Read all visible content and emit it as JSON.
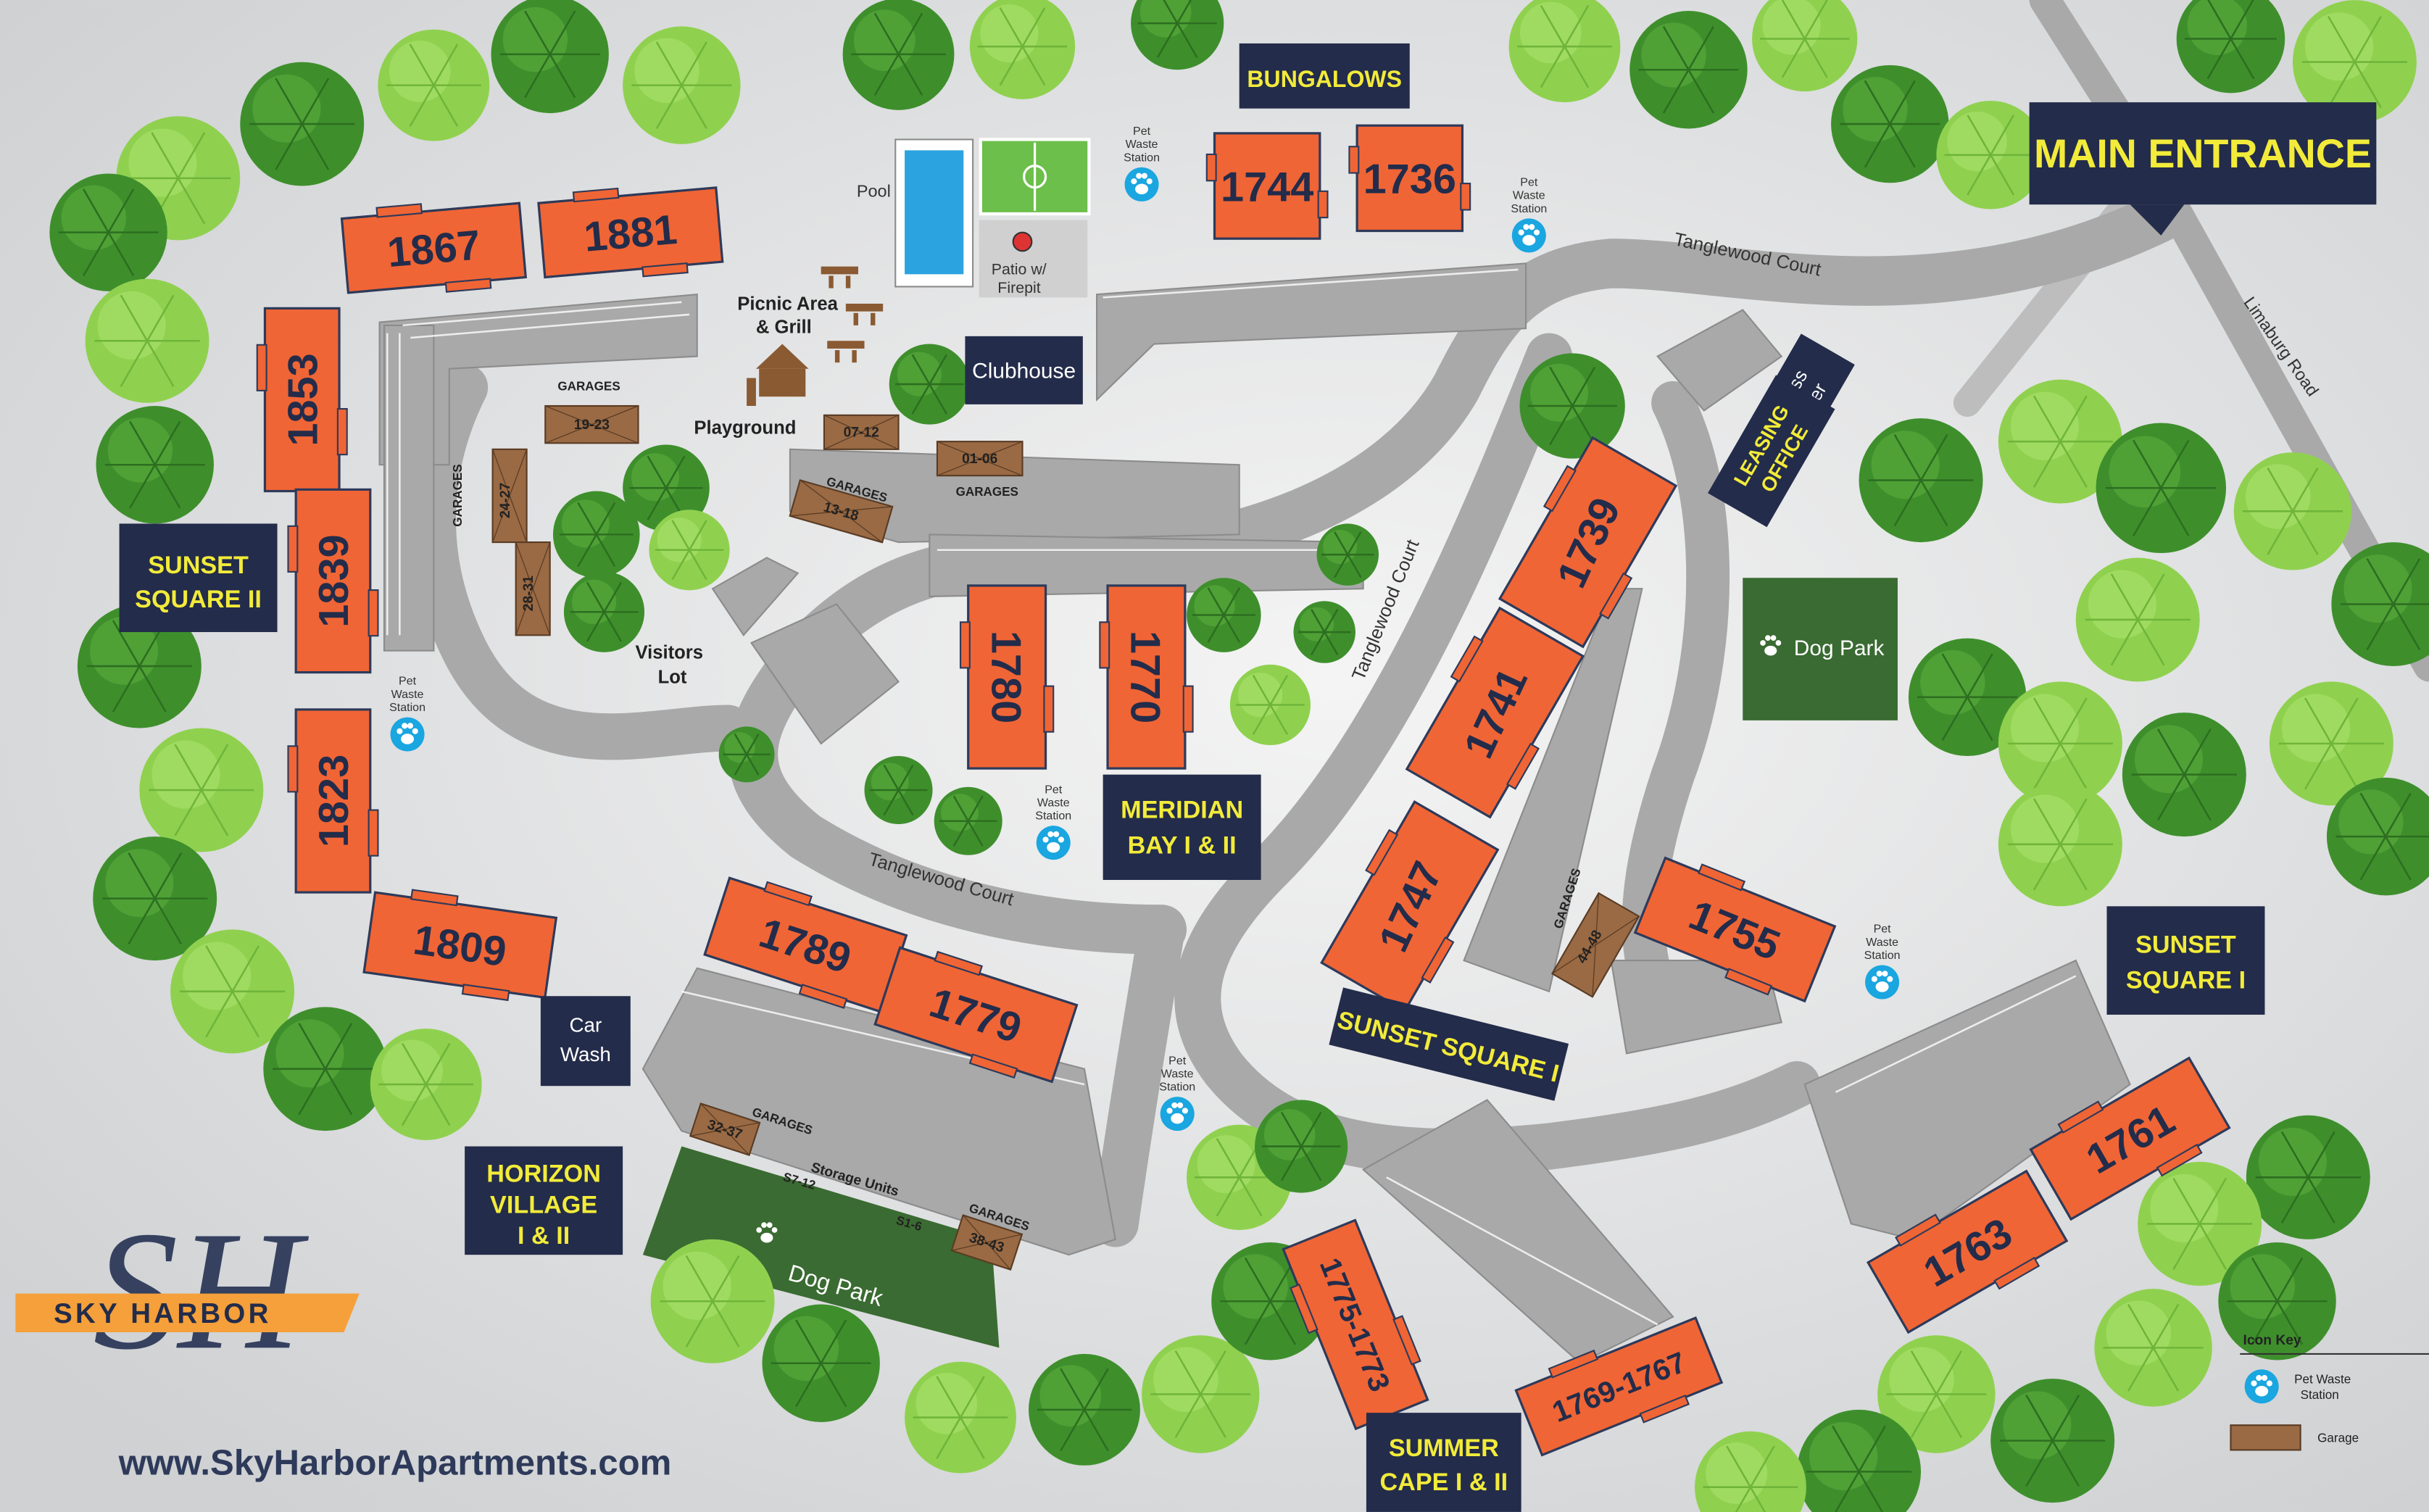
{
  "brand": {
    "logo_monogram": "SH",
    "logo_text": "SKY HARBOR",
    "website": "www.SkyHarborApartments.com"
  },
  "colors": {
    "background": "#d8dadc",
    "road": "#a9a9a9",
    "building": "#f06535",
    "building_outline": "#2e3a5a",
    "navy": "#232c4a",
    "label_text": "#f2eb3a",
    "dog_park": "#3a6b32",
    "tree_light": "#8fd14f",
    "tree_dark": "#3e8f2c",
    "garage": "#9a6a44",
    "paw": "#1aa6e0",
    "accent_orange": "#f5a03a"
  },
  "areas": {
    "main_entrance": "MAIN ENTRANCE",
    "bungalows": "BUNGALOWS",
    "sunset_square_2": [
      "SUNSET",
      "SQUARE II"
    ],
    "meridian_bay": [
      "MERIDIAN",
      "BAY I & II"
    ],
    "sunset_square_1_center": "SUNSET SQUARE I",
    "sunset_square_1_right": [
      "SUNSET",
      "SQUARE I"
    ],
    "horizon_village": [
      "HORIZON",
      "VILLAGE",
      "I & II"
    ],
    "summer_cape": [
      "SUMMER",
      "CAPE I & II"
    ]
  },
  "buildings": [
    "1867",
    "1881",
    "1853",
    "1839",
    "1823",
    "1809",
    "1744",
    "1736",
    "1780",
    "1770",
    "1789",
    "1779",
    "1739",
    "1741",
    "1747",
    "1755",
    "1761",
    "1763",
    "1775-1773",
    "1769-1767"
  ],
  "amenities": {
    "clubhouse": "Clubhouse",
    "fitness_center": [
      "Fitness",
      "Center"
    ],
    "leasing_office": [
      "LEASING",
      "OFFICE"
    ],
    "dog_park": "Dog Park",
    "pool": "Pool",
    "patio": [
      "Patio w/",
      "Firepit"
    ],
    "picnic": [
      "Picnic Area",
      "& Grill"
    ],
    "playground": "Playground",
    "visitors_lot": [
      "Visitors",
      "Lot"
    ],
    "car_wash": [
      "Car",
      "Wash"
    ],
    "storage_units": "Storage Units",
    "storage_s7_12": "S7-12",
    "storage_s1_6": "S1-6",
    "pet_waste_station": [
      "Pet",
      "Waste",
      "Station"
    ]
  },
  "roads": {
    "tanglewood": "Tanglewood Court",
    "limaburg": "Limaburg Road"
  },
  "garages": {
    "label": "GARAGES",
    "units": [
      "19-23",
      "24-27",
      "28-31",
      "07-12",
      "13-18",
      "01-06",
      "32-37",
      "38-43",
      "44-48"
    ]
  },
  "legend": {
    "title": "Icon Key",
    "pet_waste": [
      "Pet Waste",
      "Station"
    ],
    "garage": "Garage"
  }
}
